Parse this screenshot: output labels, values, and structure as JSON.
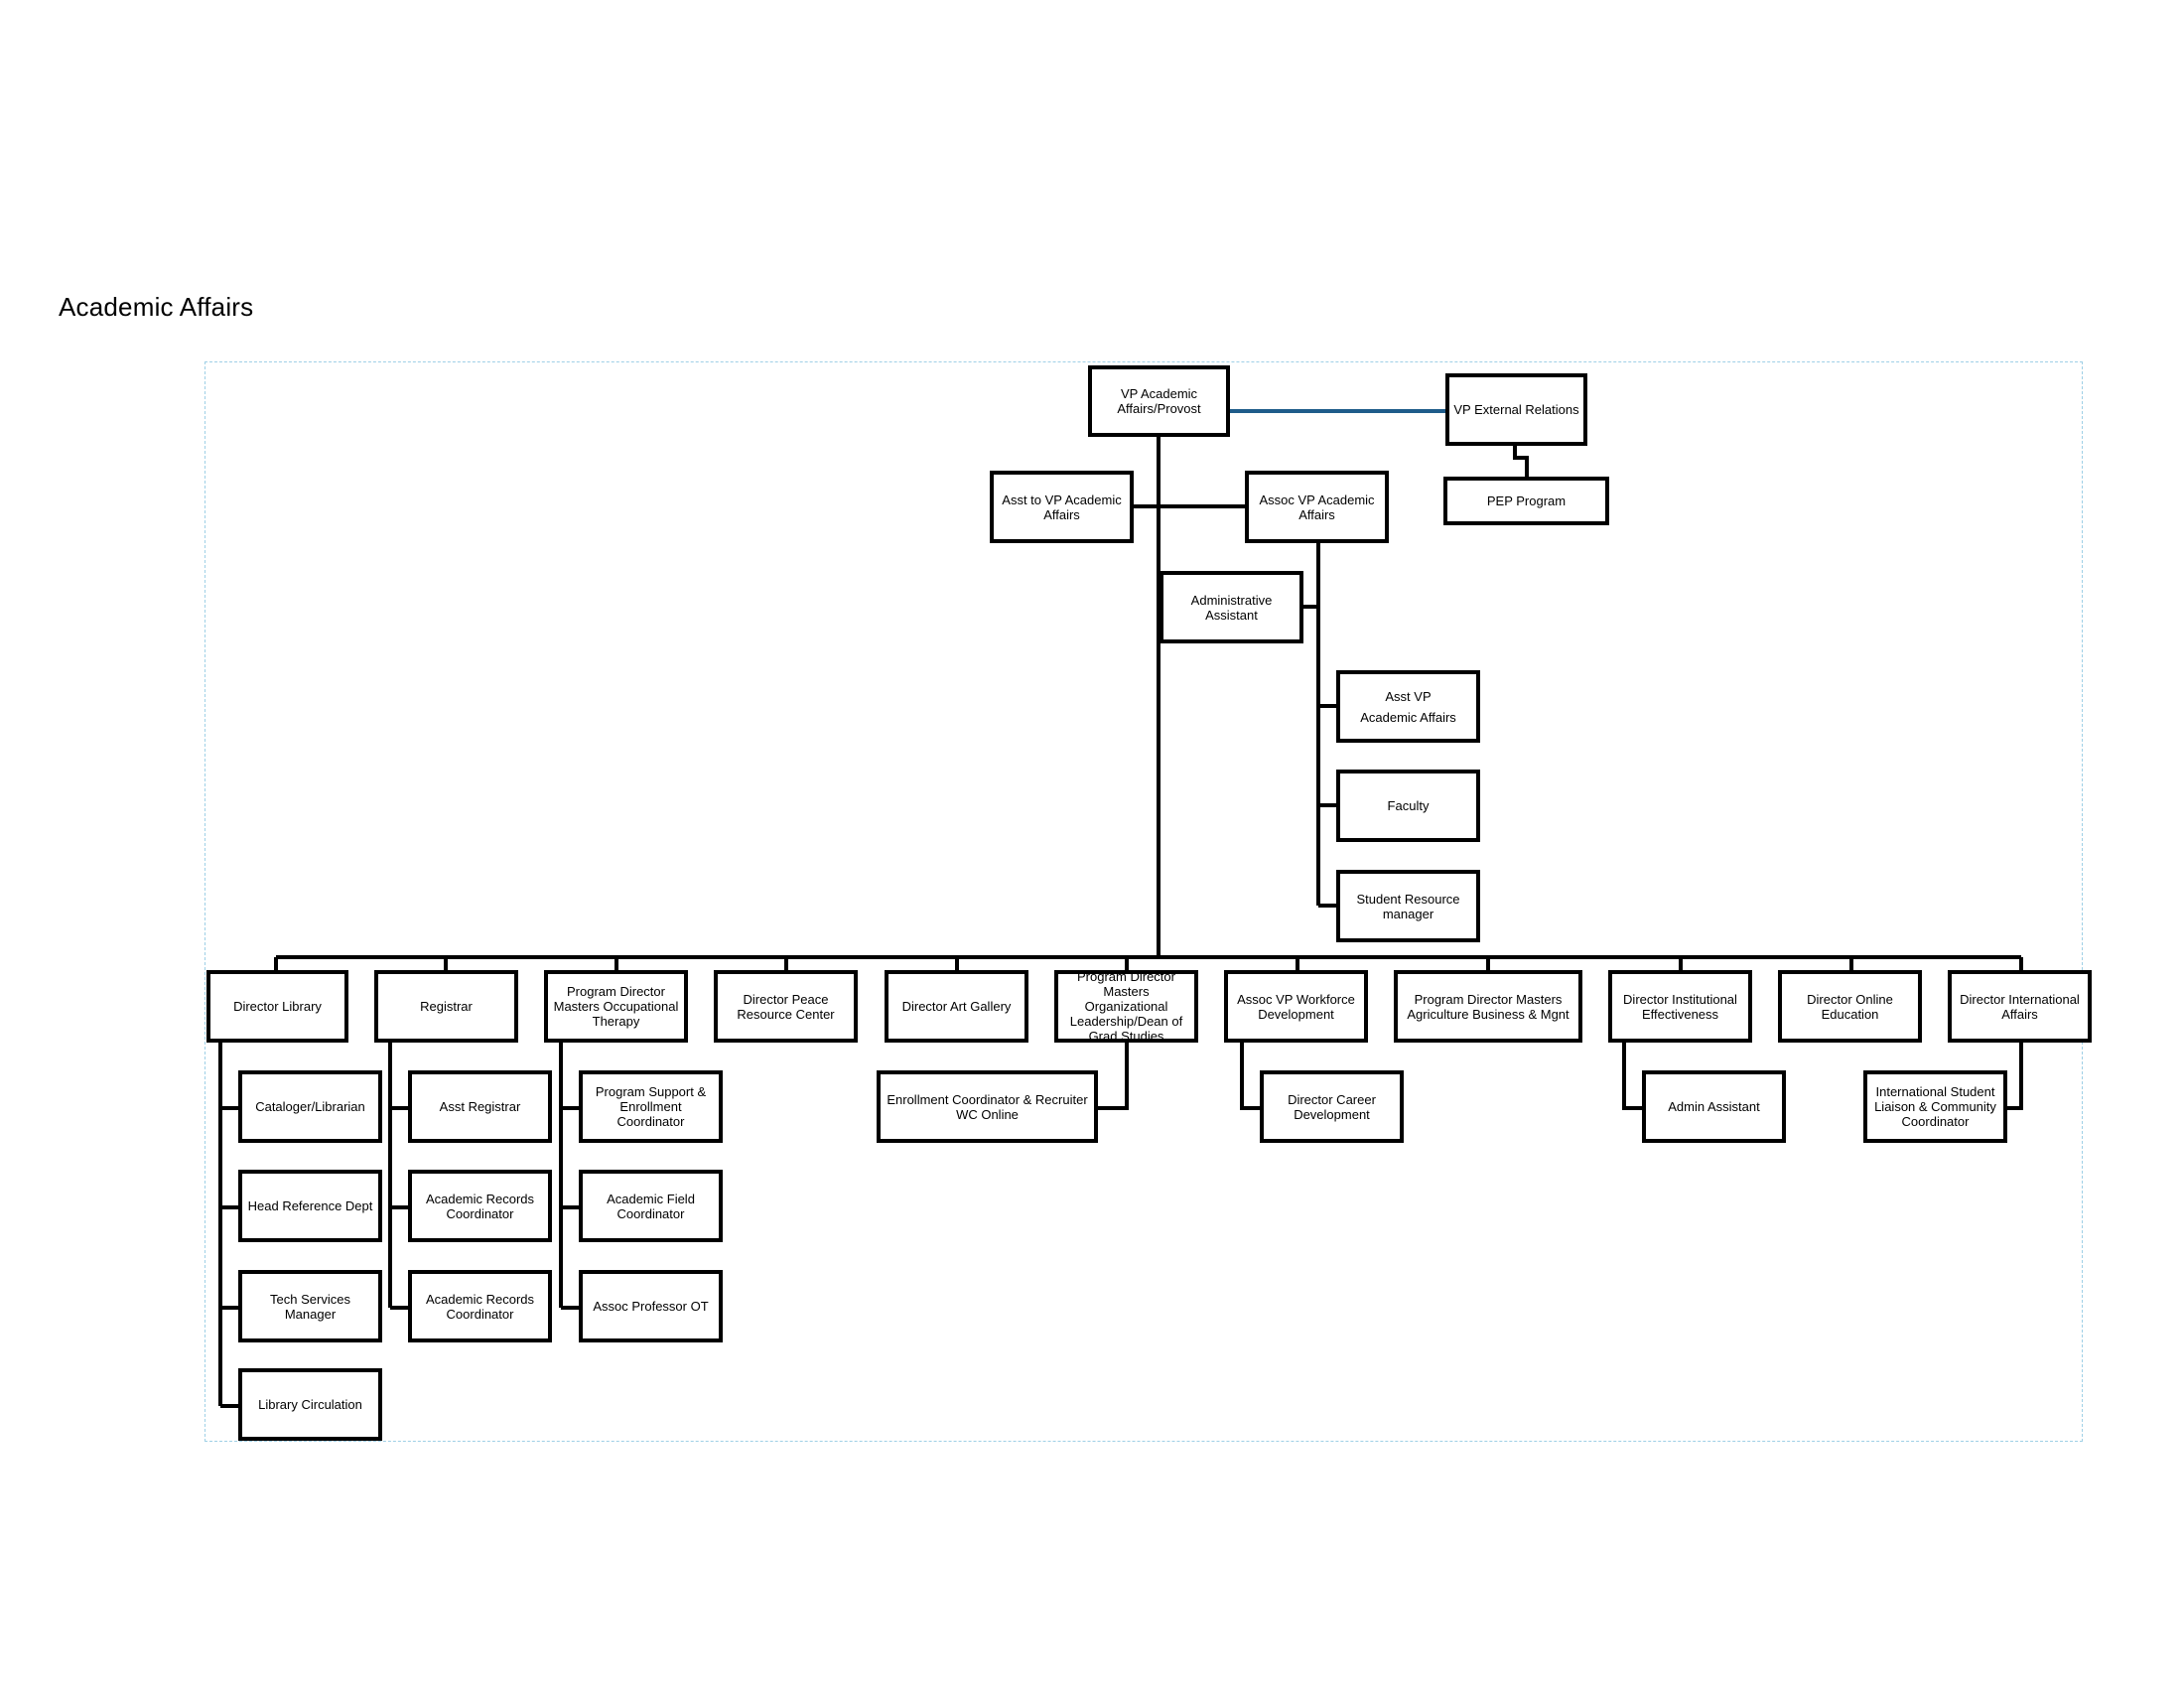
{
  "page": {
    "title": "Academic Affairs"
  },
  "colors": {
    "line": "#000000",
    "external_link": "#1f5c8a",
    "frame": "#9fd0e6"
  },
  "org": {
    "vp_academic_affairs": "VP Academic Affairs/Provost",
    "vp_external_relations": "VP External Relations",
    "pep_program": "PEP Program",
    "asst_to_vp": "Asst to VP Academic Affairs",
    "assoc_vp_academic_affairs": "Assoc VP Academic Affairs",
    "administrative_assistant": "Administrative Assistant",
    "asst_vp_line1": "Asst VP",
    "asst_vp_line2": "Academic Affairs",
    "faculty": "Faculty",
    "student_resource_manager": "Student Resource manager",
    "director_library": "Director Library",
    "cataloger_librarian": "Cataloger/Librarian",
    "head_reference_dept": "Head Reference Dept",
    "tech_services_manager": "Tech Services Manager",
    "library_circulation": "Library Circulation",
    "registrar": "Registrar",
    "asst_registrar": "Asst Registrar",
    "academic_records_coordinator_1": "Academic Records Coordinator",
    "academic_records_coordinator_2": "Academic Records Coordinator",
    "program_director_ot": "Program Director Masters Occupational Therapy",
    "program_support_enrollment": "Program Support & Enrollment Coordinator",
    "academic_field_coordinator": "Academic Field Coordinator",
    "assoc_professor_ot": "Assoc Professor OT",
    "director_peace_resource_center": "Director Peace Resource Center",
    "director_art_gallery": "Director Art Gallery",
    "program_director_org_leadership": "Program Director Masters Organizational Leadership/Dean of Grad Studies",
    "enrollment_coordinator_wc_online": "Enrollment Coordinator & Recruiter WC Online",
    "assoc_vp_workforce": "Assoc VP Workforce Development",
    "director_career_development": "Director Career Development",
    "program_director_agriculture": "Program Director Masters Agriculture Business & Mgnt",
    "director_institutional_effectiveness": "Director Institutional Effectiveness",
    "admin_assistant": "Admin Assistant",
    "director_online_education": "Director Online Education",
    "director_international_affairs": "Director International Affairs",
    "international_student_liaison": "International Student Liaison & Community Coordinator"
  }
}
